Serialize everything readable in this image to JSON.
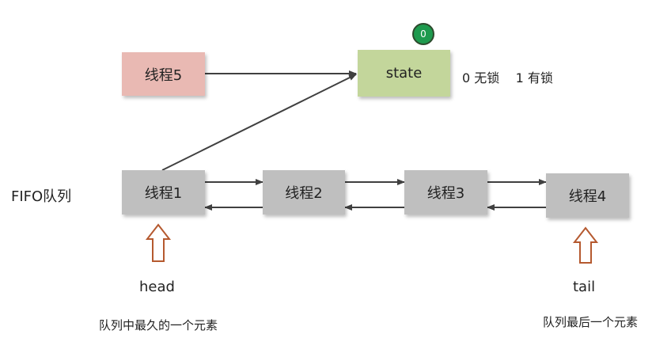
{
  "thread5": "线程5",
  "state_label": "state",
  "state_value": "0",
  "lock_legend": "0 无锁    1 有锁",
  "queue_label": "FIFO队列",
  "threads": [
    "线程1",
    "线程2",
    "线程3",
    "线程4"
  ],
  "head_label": "head",
  "head_desc": "队列中最久的一个元素",
  "tail_label": "tail",
  "tail_desc": "队列最后一个元素",
  "colors": {
    "thread_box": "#bfbfbf",
    "thread5_box": "#e9b9b3",
    "state_box": "#c3d69b",
    "badge": "#1e9a4e",
    "pointer_arrow": "#b5592f",
    "connector": "#404040"
  }
}
